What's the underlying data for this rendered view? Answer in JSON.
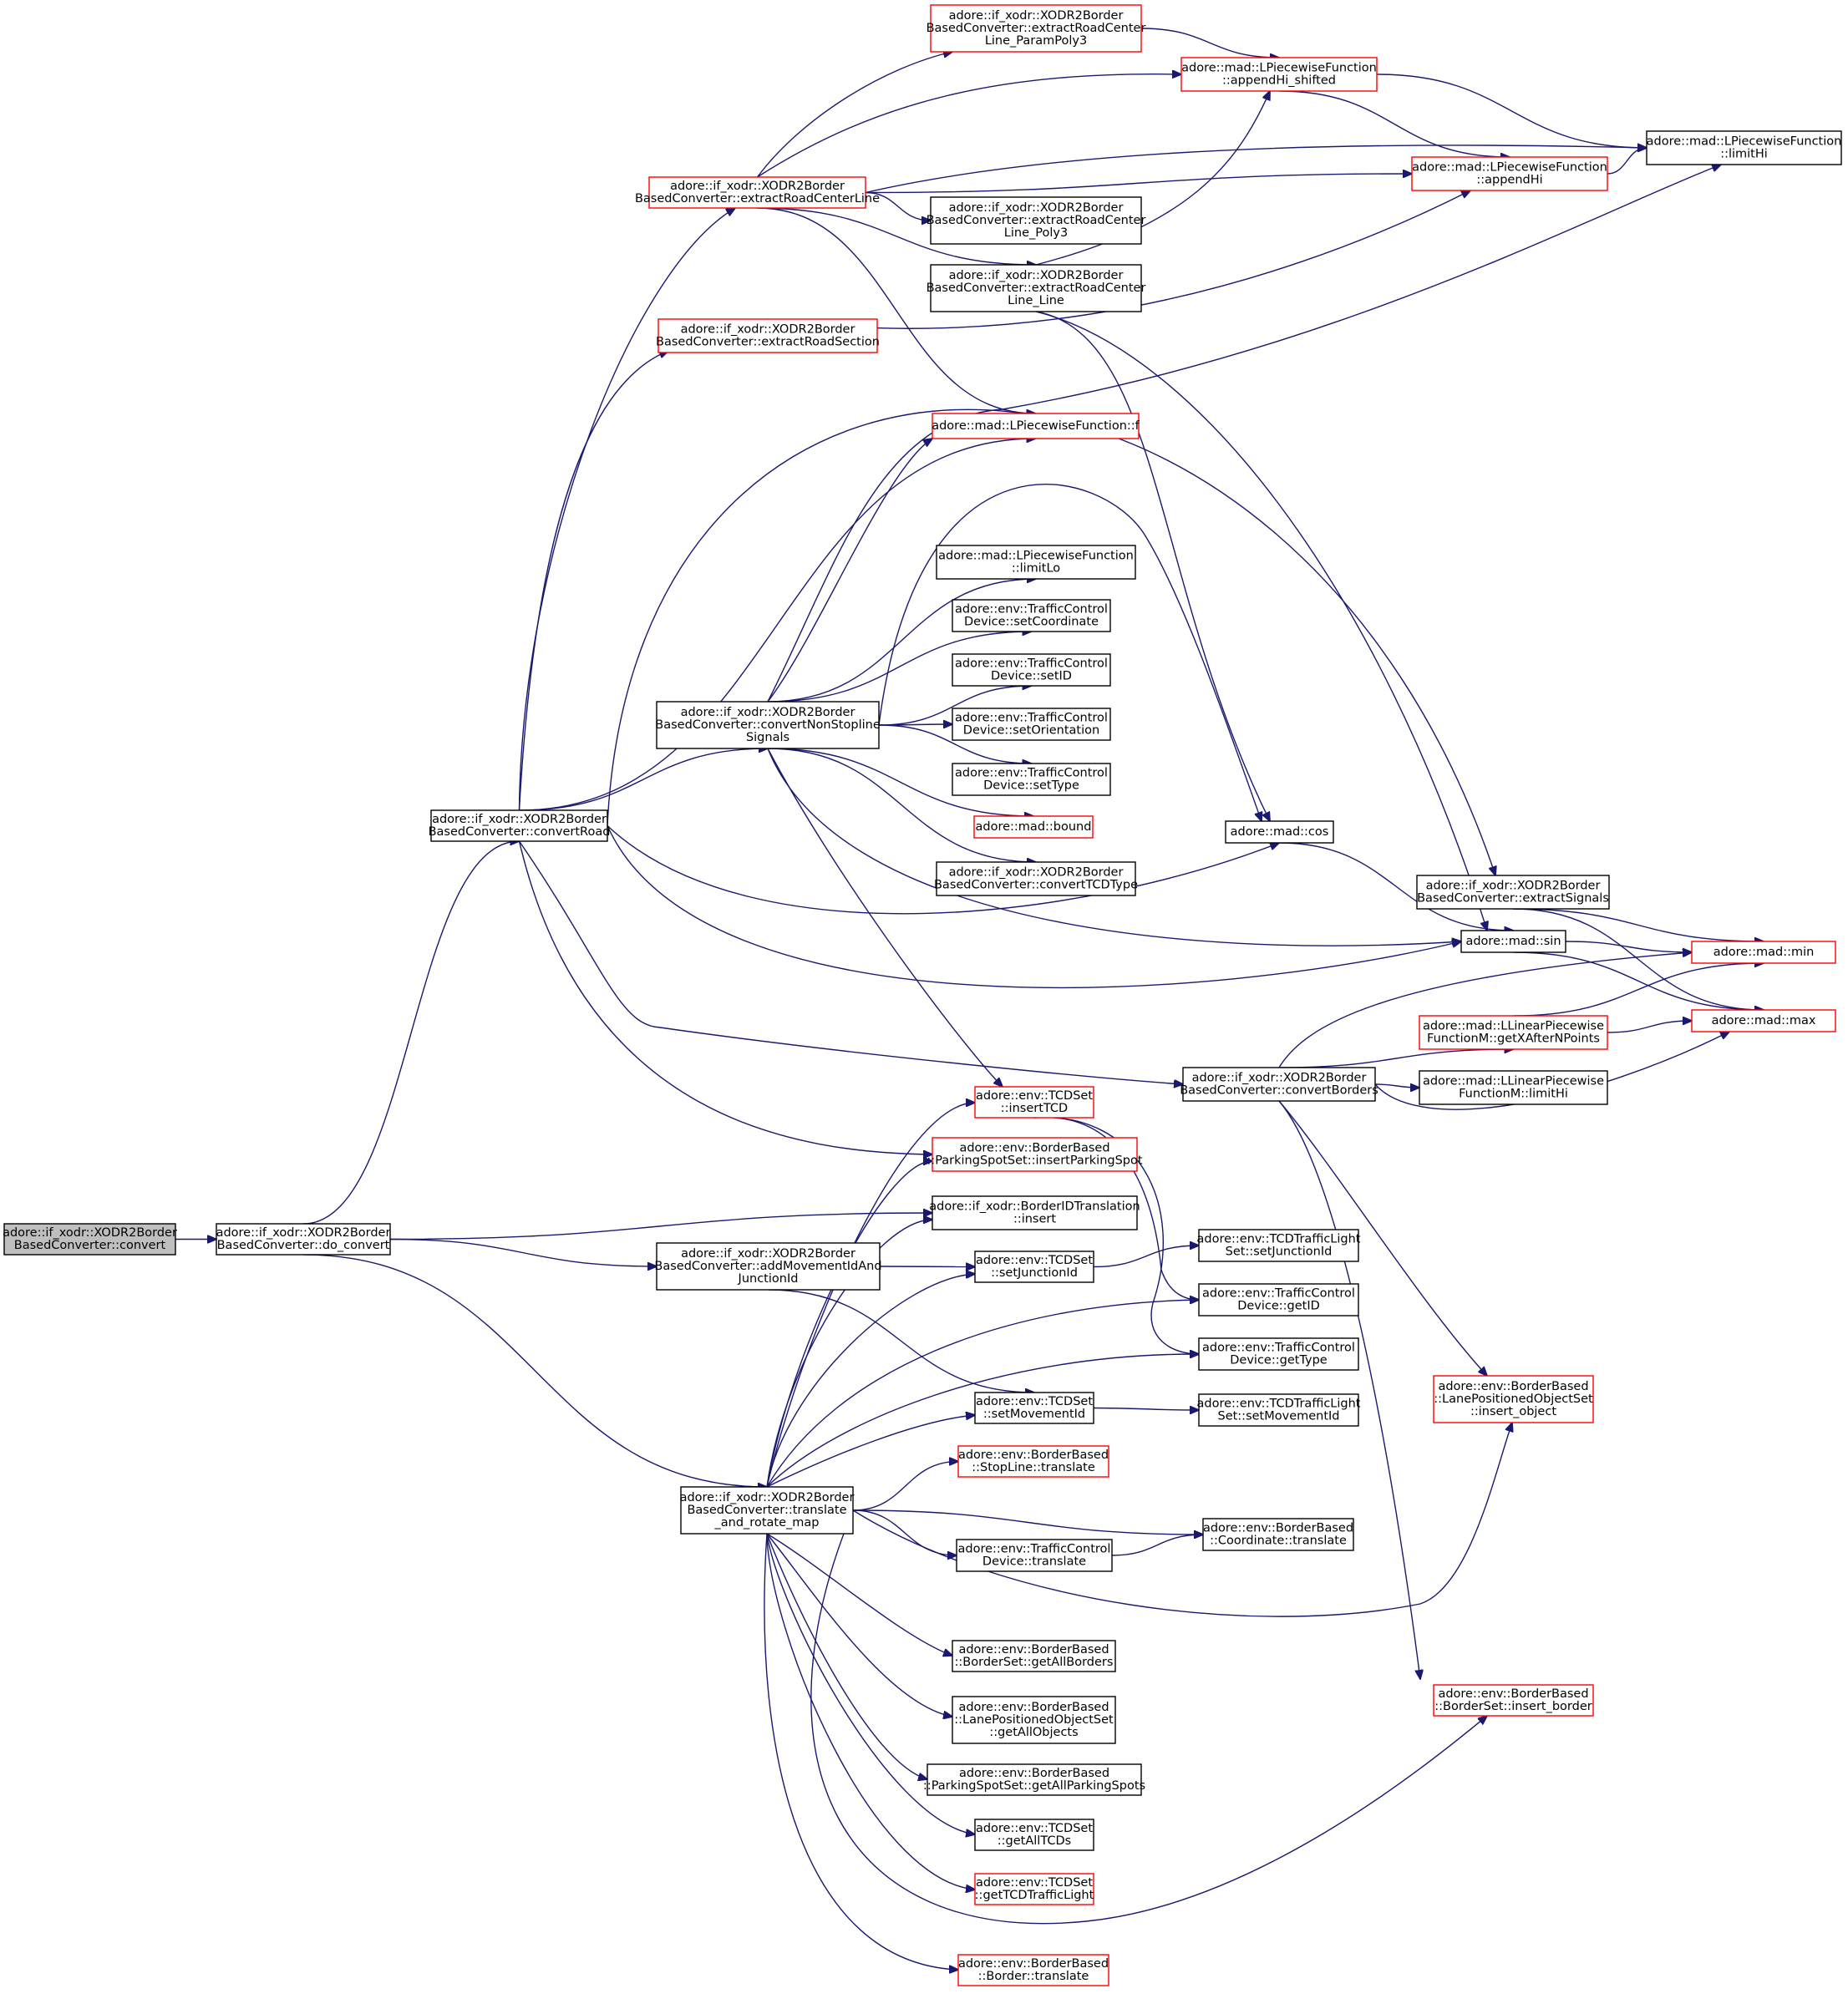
{
  "colors": {
    "edge": "#191970",
    "box_default": "#000000",
    "box_truncated": "#ff0000",
    "root_fill": "#bfbfbf",
    "node_fill": "#ffffff"
  },
  "nodes": [
    {
      "id": "convert",
      "style": "root",
      "lines": [
        "adore::if_xodr::XODR2Border",
        "BasedConverter::convert"
      ]
    },
    {
      "id": "do_convert",
      "style": "normal",
      "lines": [
        "adore::if_xodr::XODR2Border",
        "BasedConverter::do_convert"
      ]
    },
    {
      "id": "convertRoad",
      "style": "normal",
      "lines": [
        "adore::if_xodr::XODR2Border",
        "BasedConverter::convertRoad"
      ]
    },
    {
      "id": "addMovementIdAndJunctionId",
      "style": "normal",
      "lines": [
        "adore::if_xodr::XODR2Border",
        "BasedConverter::addMovementIdAnd",
        "JunctionId"
      ]
    },
    {
      "id": "translate_and_rotate_map",
      "style": "normal",
      "lines": [
        "adore::if_xodr::XODR2Border",
        "BasedConverter::translate",
        "_and_rotate_map"
      ]
    },
    {
      "id": "extractRoadCenterLine_ParamPoly3",
      "style": "red",
      "lines": [
        "adore::if_xodr::XODR2Border",
        "BasedConverter::extractRoadCenter",
        "Line_ParamPoly3"
      ]
    },
    {
      "id": "extractRoadCenterLine",
      "style": "red",
      "lines": [
        "adore::if_xodr::XODR2Border",
        "BasedConverter::extractRoadCenterLine"
      ]
    },
    {
      "id": "extractRoadCenterLine_Poly3",
      "style": "normal",
      "lines": [
        "adore::if_xodr::XODR2Border",
        "BasedConverter::extractRoadCenter",
        "Line_Poly3"
      ]
    },
    {
      "id": "extractRoadCenterLine_Line",
      "style": "normal",
      "lines": [
        "adore::if_xodr::XODR2Border",
        "BasedConverter::extractRoadCenter",
        "Line_Line"
      ]
    },
    {
      "id": "extractRoadSection",
      "style": "red",
      "lines": [
        "adore::if_xodr::XODR2Border",
        "BasedConverter::extractRoadSection"
      ]
    },
    {
      "id": "LPF_f",
      "style": "red",
      "lines": [
        "adore::mad::LPiecewiseFunction::f"
      ]
    },
    {
      "id": "appendHi_shifted",
      "style": "red",
      "lines": [
        "adore::mad::LPiecewiseFunction",
        "::appendHi_shifted"
      ]
    },
    {
      "id": "appendHi",
      "style": "red",
      "lines": [
        "adore::mad::LPiecewiseFunction",
        "::appendHi"
      ]
    },
    {
      "id": "limitHi",
      "style": "normal",
      "lines": [
        "adore::mad::LPiecewiseFunction",
        "::limitHi"
      ]
    },
    {
      "id": "limitLo",
      "style": "normal",
      "lines": [
        "adore::mad::LPiecewiseFunction",
        "::limitLo"
      ]
    },
    {
      "id": "setCoordinate",
      "style": "normal",
      "lines": [
        "adore::env::TrafficControl",
        "Device::setCoordinate"
      ]
    },
    {
      "id": "setID",
      "style": "normal",
      "lines": [
        "adore::env::TrafficControl",
        "Device::setID"
      ]
    },
    {
      "id": "setOrientation",
      "style": "normal",
      "lines": [
        "adore::env::TrafficControl",
        "Device::setOrientation"
      ]
    },
    {
      "id": "setType",
      "style": "normal",
      "lines": [
        "adore::env::TrafficControl",
        "Device::setType"
      ]
    },
    {
      "id": "bound",
      "style": "red",
      "lines": [
        "adore::mad::bound"
      ]
    },
    {
      "id": "convertTCDType",
      "style": "normal",
      "lines": [
        "adore::if_xodr::XODR2Border",
        "BasedConverter::convertTCDType"
      ]
    },
    {
      "id": "convertNonStoplineSignals",
      "style": "normal",
      "lines": [
        "adore::if_xodr::XODR2Border",
        "BasedConverter::convertNonStopline",
        "Signals"
      ]
    },
    {
      "id": "cos",
      "style": "normal",
      "lines": [
        "adore::mad::cos"
      ]
    },
    {
      "id": "sin",
      "style": "normal",
      "lines": [
        "adore::mad::sin"
      ]
    },
    {
      "id": "extractSignals",
      "style": "normal",
      "lines": [
        "adore::if_xodr::XODR2Border",
        "BasedConverter::extractSignals"
      ]
    },
    {
      "id": "min",
      "style": "red",
      "lines": [
        "adore::mad::min"
      ]
    },
    {
      "id": "max",
      "style": "red",
      "lines": [
        "adore::mad::max"
      ]
    },
    {
      "id": "getXAfterNPoints",
      "style": "red",
      "lines": [
        "adore::mad::LLinearPiecewise",
        "FunctionM::getXAfterNPoints"
      ]
    },
    {
      "id": "LLPF_limitHi",
      "style": "normal",
      "lines": [
        "adore::mad::LLinearPiecewise",
        "FunctionM::limitHi"
      ]
    },
    {
      "id": "convertBorders",
      "style": "normal",
      "lines": [
        "adore::if_xodr::XODR2Border",
        "BasedConverter::convertBorders"
      ]
    },
    {
      "id": "insertTCD",
      "style": "red",
      "lines": [
        "adore::env::TCDSet",
        "::insertTCD"
      ]
    },
    {
      "id": "insertParkingSpot",
      "style": "red",
      "lines": [
        "adore::env::BorderBased",
        "::ParkingSpotSet::insertParkingSpot"
      ]
    },
    {
      "id": "BorderIDTranslation_insert",
      "style": "normal",
      "lines": [
        "adore::if_xodr::BorderIDTranslation",
        "::insert"
      ]
    },
    {
      "id": "TCDSet_setJunctionId",
      "style": "normal",
      "lines": [
        "adore::env::TCDSet",
        "::setJunctionId"
      ]
    },
    {
      "id": "TL_setJunctionId",
      "style": "normal",
      "lines": [
        "adore::env::TCDTrafficLight",
        "Set::setJunctionId"
      ]
    },
    {
      "id": "getID",
      "style": "normal",
      "lines": [
        "adore::env::TrafficControl",
        "Device::getID"
      ]
    },
    {
      "id": "getType",
      "style": "normal",
      "lines": [
        "adore::env::TrafficControl",
        "Device::getType"
      ]
    },
    {
      "id": "insert_object",
      "style": "red",
      "lines": [
        "adore::env::BorderBased",
        "::LanePositionedObjectSet",
        "::insert_object"
      ]
    },
    {
      "id": "TCDSet_setMovementId",
      "style": "normal",
      "lines": [
        "adore::env::TCDSet",
        "::setMovementId"
      ]
    },
    {
      "id": "TL_setMovementId",
      "style": "normal",
      "lines": [
        "adore::env::TCDTrafficLight",
        "Set::setMovementId"
      ]
    },
    {
      "id": "StopLine_translate",
      "style": "red",
      "lines": [
        "adore::env::BorderBased",
        "::StopLine::translate"
      ]
    },
    {
      "id": "Coordinate_translate",
      "style": "normal",
      "lines": [
        "adore::env::BorderBased",
        "::Coordinate::translate"
      ]
    },
    {
      "id": "TCD_translate",
      "style": "normal",
      "lines": [
        "adore::env::TrafficControl",
        "Device::translate"
      ]
    },
    {
      "id": "getAllBorders",
      "style": "normal",
      "lines": [
        "adore::env::BorderBased",
        "::BorderSet::getAllBorders"
      ]
    },
    {
      "id": "getAllObjects",
      "style": "normal",
      "lines": [
        "adore::env::BorderBased",
        "::LanePositionedObjectSet",
        "::getAllObjects"
      ]
    },
    {
      "id": "getAllParkingSpots",
      "style": "normal",
      "lines": [
        "adore::env::BorderBased",
        "::ParkingSpotSet::getAllParkingSpots"
      ]
    },
    {
      "id": "getAllTCDs",
      "style": "normal",
      "lines": [
        "adore::env::TCDSet",
        "::getAllTCDs"
      ]
    },
    {
      "id": "getTCDTrafficLight",
      "style": "red",
      "lines": [
        "adore::env::TCDSet",
        "::getTCDTrafficLight"
      ]
    },
    {
      "id": "insert_border",
      "style": "red",
      "lines": [
        "adore::env::BorderBased",
        "::BorderSet::insert_border"
      ]
    },
    {
      "id": "Border_translate",
      "style": "red",
      "lines": [
        "adore::env::BorderBased",
        "::Border::translate"
      ]
    }
  ],
  "edges": [
    {
      "from": "convert",
      "to": "do_convert"
    },
    {
      "from": "do_convert",
      "to": "convertRoad"
    },
    {
      "from": "do_convert",
      "to": "BorderIDTranslation_insert"
    },
    {
      "from": "do_convert",
      "to": "addMovementIdAndJunctionId"
    },
    {
      "from": "do_convert",
      "to": "translate_and_rotate_map"
    },
    {
      "from": "convertRoad",
      "to": "extractRoadCenterLine"
    },
    {
      "from": "convertRoad",
      "to": "extractRoadSection"
    },
    {
      "from": "convertRoad",
      "to": "LPF_f"
    },
    {
      "from": "convertRoad",
      "to": "extractSignals"
    },
    {
      "from": "convertRoad",
      "to": "convertNonStoplineSignals"
    },
    {
      "from": "convertRoad",
      "to": "cos"
    },
    {
      "from": "convertRoad",
      "to": "sin"
    },
    {
      "from": "convertRoad",
      "to": "convertBorders"
    },
    {
      "from": "convertRoad",
      "to": "insertParkingSpot"
    },
    {
      "from": "extractRoadCenterLine",
      "to": "extractRoadCenterLine_ParamPoly3"
    },
    {
      "from": "extractRoadCenterLine",
      "to": "appendHi_shifted"
    },
    {
      "from": "extractRoadCenterLine",
      "to": "limitHi"
    },
    {
      "from": "extractRoadCenterLine",
      "to": "appendHi"
    },
    {
      "from": "extractRoadCenterLine",
      "to": "extractRoadCenterLine_Poly3"
    },
    {
      "from": "extractRoadCenterLine",
      "to": "extractRoadCenterLine_Line"
    },
    {
      "from": "extractRoadCenterLine",
      "to": "LPF_f"
    },
    {
      "from": "extractRoadCenterLine_ParamPoly3",
      "to": "appendHi_shifted"
    },
    {
      "from": "appendHi_shifted",
      "to": "limitHi"
    },
    {
      "from": "appendHi_shifted",
      "to": "appendHi"
    },
    {
      "from": "appendHi",
      "to": "limitHi"
    },
    {
      "from": "extractRoadCenterLine_Line",
      "to": "appendHi_shifted"
    },
    {
      "from": "extractRoadCenterLine_Line",
      "to": "cos"
    },
    {
      "from": "extractRoadCenterLine_Line",
      "to": "sin"
    },
    {
      "from": "extractRoadSection",
      "to": "appendHi"
    },
    {
      "from": "convertNonStoplineSignals",
      "to": "LPF_f"
    },
    {
      "from": "convertNonStoplineSignals",
      "to": "limitHi"
    },
    {
      "from": "convertNonStoplineSignals",
      "to": "cos"
    },
    {
      "from": "convertNonStoplineSignals",
      "to": "limitLo"
    },
    {
      "from": "convertNonStoplineSignals",
      "to": "setCoordinate"
    },
    {
      "from": "convertNonStoplineSignals",
      "to": "setID"
    },
    {
      "from": "convertNonStoplineSignals",
      "to": "setOrientation"
    },
    {
      "from": "convertNonStoplineSignals",
      "to": "setType"
    },
    {
      "from": "convertNonStoplineSignals",
      "to": "bound"
    },
    {
      "from": "convertNonStoplineSignals",
      "to": "convertTCDType"
    },
    {
      "from": "convertNonStoplineSignals",
      "to": "sin"
    },
    {
      "from": "convertNonStoplineSignals",
      "to": "insertTCD"
    },
    {
      "from": "cos",
      "to": "sin"
    },
    {
      "from": "sin",
      "to": "min"
    },
    {
      "from": "sin",
      "to": "max"
    },
    {
      "from": "extractSignals",
      "to": "min"
    },
    {
      "from": "extractSignals",
      "to": "max"
    },
    {
      "from": "convertBorders",
      "to": "min"
    },
    {
      "from": "convertBorders",
      "to": "getXAfterNPoints"
    },
    {
      "from": "convertBorders",
      "to": "LLPF_limitHi"
    },
    {
      "from": "convertBorders",
      "to": "max"
    },
    {
      "from": "convertBorders",
      "to": "insert_object"
    },
    {
      "from": "convertBorders",
      "to": "insert_border"
    },
    {
      "from": "getXAfterNPoints",
      "to": "min"
    },
    {
      "from": "getXAfterNPoints",
      "to": "max"
    },
    {
      "from": "addMovementIdAndJunctionId",
      "to": "TCDSet_setJunctionId"
    },
    {
      "from": "addMovementIdAndJunctionId",
      "to": "TCDSet_setMovementId"
    },
    {
      "from": "TCDSet_setJunctionId",
      "to": "TL_setJunctionId"
    },
    {
      "from": "TCDSet_setMovementId",
      "to": "TL_setMovementId"
    },
    {
      "from": "insertTCD",
      "to": "getID"
    },
    {
      "from": "insertTCD",
      "to": "getType"
    },
    {
      "from": "translate_and_rotate_map",
      "to": "insertTCD"
    },
    {
      "from": "translate_and_rotate_map",
      "to": "insertParkingSpot"
    },
    {
      "from": "translate_and_rotate_map",
      "to": "BorderIDTranslation_insert"
    },
    {
      "from": "translate_and_rotate_map",
      "to": "TCDSet_setJunctionId"
    },
    {
      "from": "translate_and_rotate_map",
      "to": "getID"
    },
    {
      "from": "translate_and_rotate_map",
      "to": "getType"
    },
    {
      "from": "translate_and_rotate_map",
      "to": "TCDSet_setMovementId"
    },
    {
      "from": "translate_and_rotate_map",
      "to": "StopLine_translate"
    },
    {
      "from": "translate_and_rotate_map",
      "to": "Coordinate_translate"
    },
    {
      "from": "translate_and_rotate_map",
      "to": "TCD_translate"
    },
    {
      "from": "translate_and_rotate_map",
      "to": "insert_object"
    },
    {
      "from": "translate_and_rotate_map",
      "to": "getAllBorders"
    },
    {
      "from": "translate_and_rotate_map",
      "to": "getAllObjects"
    },
    {
      "from": "translate_and_rotate_map",
      "to": "getAllParkingSpots"
    },
    {
      "from": "translate_and_rotate_map",
      "to": "getAllTCDs"
    },
    {
      "from": "translate_and_rotate_map",
      "to": "getTCDTrafficLight"
    },
    {
      "from": "translate_and_rotate_map",
      "to": "insert_border"
    },
    {
      "from": "translate_and_rotate_map",
      "to": "Border_translate"
    },
    {
      "from": "TCD_translate",
      "to": "Coordinate_translate"
    }
  ]
}
